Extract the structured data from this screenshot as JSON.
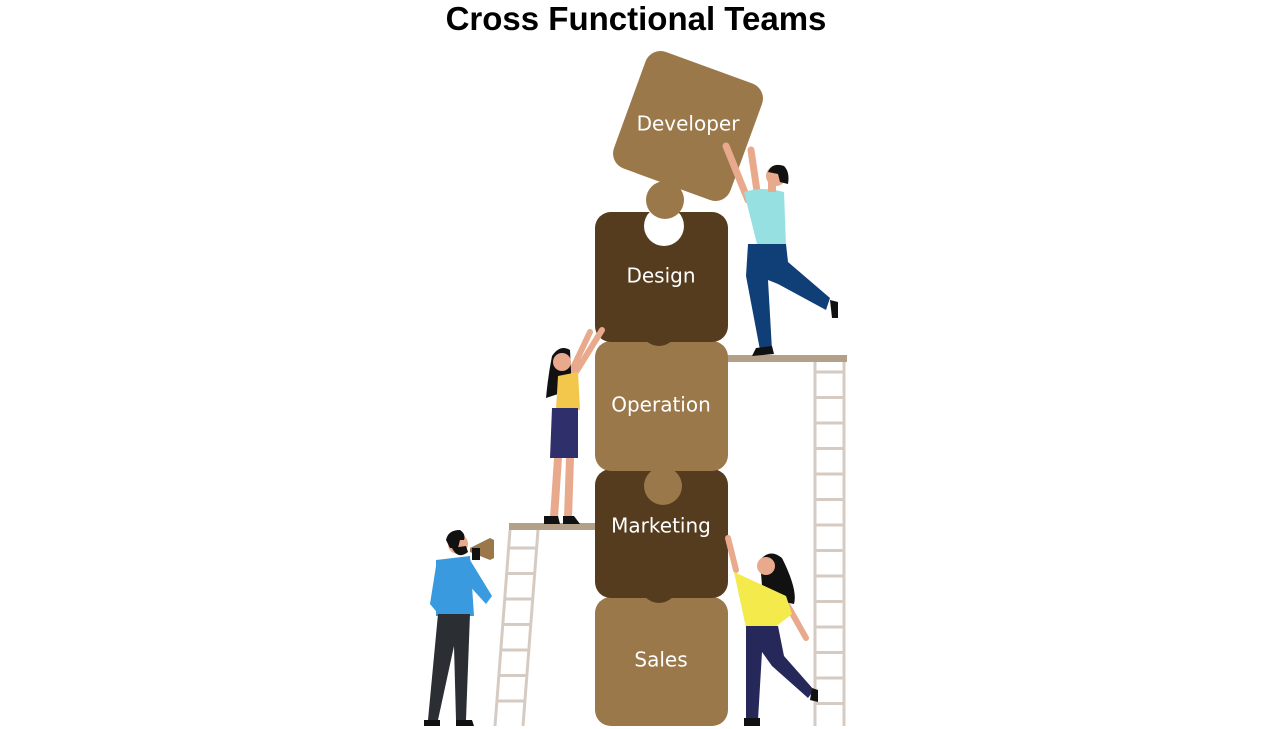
{
  "title": "Cross Functional Teams",
  "colors": {
    "light_piece": "#9a784a",
    "dark_piece": "#553c1e",
    "ladder": "#d6cbc2",
    "platform": "#b3a089",
    "label_text": "#ffffff"
  },
  "pieces": [
    {
      "label": "Developer",
      "tone": "light"
    },
    {
      "label": "Design",
      "tone": "dark"
    },
    {
      "label": "Operation",
      "tone": "light"
    },
    {
      "label": "Marketing",
      "tone": "dark"
    },
    {
      "label": "Sales",
      "tone": "light"
    }
  ]
}
